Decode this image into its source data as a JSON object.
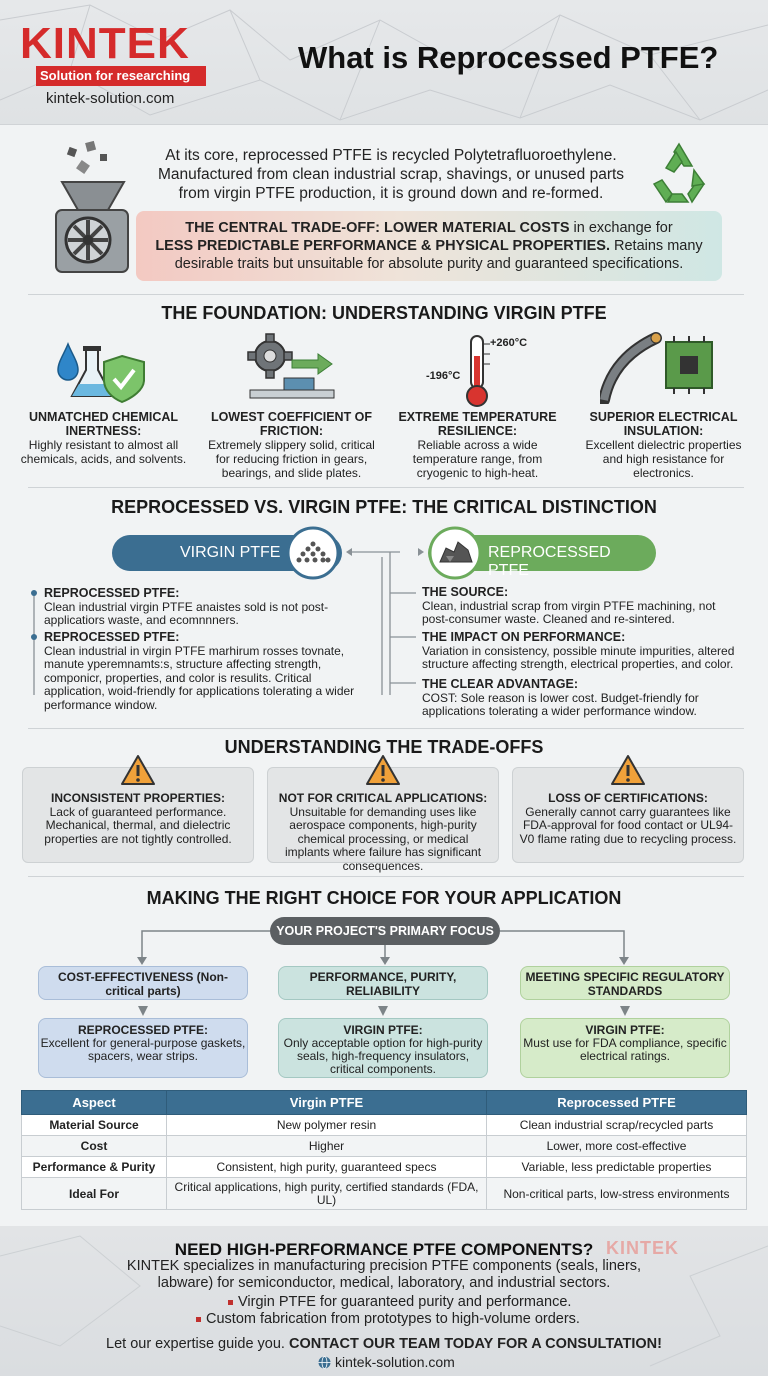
{
  "header": {
    "logo_word": "KINTEK",
    "logo_tagline": "Solution for researching",
    "logo_url": "kintek-solution.com",
    "title": "What is Reprocessed PTFE?"
  },
  "intro": {
    "text": "At its core, reprocessed PTFE is recycled Polytetrafluoroethylene. Manufactured from clean industrial scrap, shavings, or unused parts from virgin PTFE production, it is ground down and re-formed.",
    "tradeoff_bold1": "THE CENTRAL TRADE-OFF: LOWER MATERIAL COSTS",
    "tradeoff_mid": " in exchange for",
    "tradeoff_bold2": "LESS PREDICTABLE PERFORMANCE & PHYSICAL PROPERTIES.",
    "tradeoff_rest": " Retains many desirable traits but unsuitable for absolute purity and guaranteed specifications."
  },
  "foundation": {
    "title": "THE FOUNDATION: UNDERSTANDING VIRGIN PTFE",
    "temp_high": "+260°C",
    "temp_low": "-196°C",
    "features": [
      {
        "title": "UNMATCHED CHEMICAL INERTNESS:",
        "desc": "Highly resistant to almost all chemicals, acids, and solvents."
      },
      {
        "title": "LOWEST COEFFICIENT OF FRICTION:",
        "desc": "Extremely slippery solid, critical for reducing friction in gears, bearings, and slide plates."
      },
      {
        "title": "EXTREME TEMPERATURE RESILIENCE:",
        "desc": "Reliable across a wide temperature range, from cryogenic to high-heat."
      },
      {
        "title": "SUPERIOR ELECTRICAL INSULATION:",
        "desc": "Excellent dielectric properties and high resistance for electronics."
      }
    ]
  },
  "comparison": {
    "title": "REPROCESSED VS. VIRGIN PTFE: THE CRITICAL DISTINCTION",
    "virgin_label": "VIRGIN PTFE",
    "repro_label": "REPROCESSED PTFE",
    "left": [
      {
        "title": "REPROCESSED PTFE:",
        "desc": "Clean industrial virgin PTFE anaistes sold is not post-applicatiors waste, and ecomnnners."
      },
      {
        "title": "REPROCESSED PTFE:",
        "desc": "Clean industrial in virgin PTFE marhirum rosses tovnate, manute yperemnamts:s, structure affecting strength, componicr, properties, and color is resulits. Critical application, woid-friendly for applications tolerating a wider performance window."
      }
    ],
    "right": [
      {
        "title": "THE SOURCE:",
        "desc": "Clean, industrial scrap from virgin PTFE machining, not post-consumer waste. Cleaned and re-sintered."
      },
      {
        "title": "THE IMPACT ON PERFORMANCE:",
        "desc": "Variation in consistency, possible minute impurities, altered structure affecting strength, electrical properties, and color."
      },
      {
        "title": "THE CLEAR ADVANTAGE:",
        "desc": "COST: Sole reason is lower cost. Budget-friendly for applications tolerating a wider performance window."
      }
    ]
  },
  "tradeoffs": {
    "title": "UNDERSTANDING THE TRADE-OFFS",
    "cards": [
      {
        "title": "INCONSISTENT PROPERTIES:",
        "desc": "Lack of guaranteed performance. Mechanical, thermal, and dielectric properties are not tightly controlled."
      },
      {
        "title": "NOT FOR CRITICAL APPLICATIONS:",
        "desc": "Unsuitable for demanding uses like aerospace components, high-purity chemical processing, or medical implants where failure has significant consequences."
      },
      {
        "title": "LOSS OF CERTIFICATIONS:",
        "desc": "Generally cannot carry guarantees like FDA-approval for food contact or UL94-V0 flame rating due to recycling process."
      }
    ]
  },
  "choice": {
    "title": "MAKING THE RIGHT CHOICE FOR YOUR APPLICATION",
    "focus": "YOUR PROJECT'S PRIMARY FOCUS",
    "options": [
      {
        "label": "COST-EFFECTIVENESS (Non-critical parts)",
        "bg": "#cfdcee",
        "result_title": "REPROCESSED PTFE:",
        "result_desc": "Excellent for general-purpose gaskets, spacers, wear strips."
      },
      {
        "label": "PERFORMANCE, PURITY, RELIABILITY",
        "bg": "#cbe3df",
        "result_title": "VIRGIN PTFE:",
        "result_desc": "Only acceptable option for high-purity seals, high-frequency insulators, critical components."
      },
      {
        "label": "MEETING SPECIFIC REGULATORY STANDARDS",
        "bg": "#d6ebc9",
        "result_title": "VIRGIN PTFE:",
        "result_desc": "Must use for FDA compliance, specific electrical ratings."
      }
    ]
  },
  "table": {
    "headers": [
      "Aspect",
      "Virgin PTFE",
      "Reprocessed PTFE"
    ],
    "rows": [
      [
        "Material Source",
        "New polymer resin",
        "Clean industrial scrap/recycled parts"
      ],
      [
        "Cost",
        "Higher",
        "Lower, more cost-effective"
      ],
      [
        "Performance & Purity",
        "Consistent, high purity, guaranteed specs",
        "Variable, less predictable properties"
      ],
      [
        "Ideal For",
        "Critical applications, high purity, certified standards (FDA, UL)",
        "Non-critical parts, low-stress environments"
      ]
    ]
  },
  "footer": {
    "title": "NEED HIGH-PERFORMANCE PTFE COMPONENTS?",
    "logo": "KINTEK",
    "desc": "KINTEK specializes in manufacturing precision PTFE components (seals, liners, labware) for semiconductor, medical, laboratory, and industrial sectors.",
    "bullets": [
      "Virgin PTFE for guaranteed purity and performance.",
      "Custom fabrication from prototypes to high-volume orders."
    ],
    "cta_plain": "Let our expertise guide you. ",
    "cta_bold": "CONTACT OUR TEAM TODAY FOR A CONSULTATION!",
    "url": "kintek-solution.com"
  },
  "colors": {
    "brand_red": "#d52b2b",
    "virgin_blue": "#3b6e91",
    "repro_green": "#6cab5c"
  }
}
